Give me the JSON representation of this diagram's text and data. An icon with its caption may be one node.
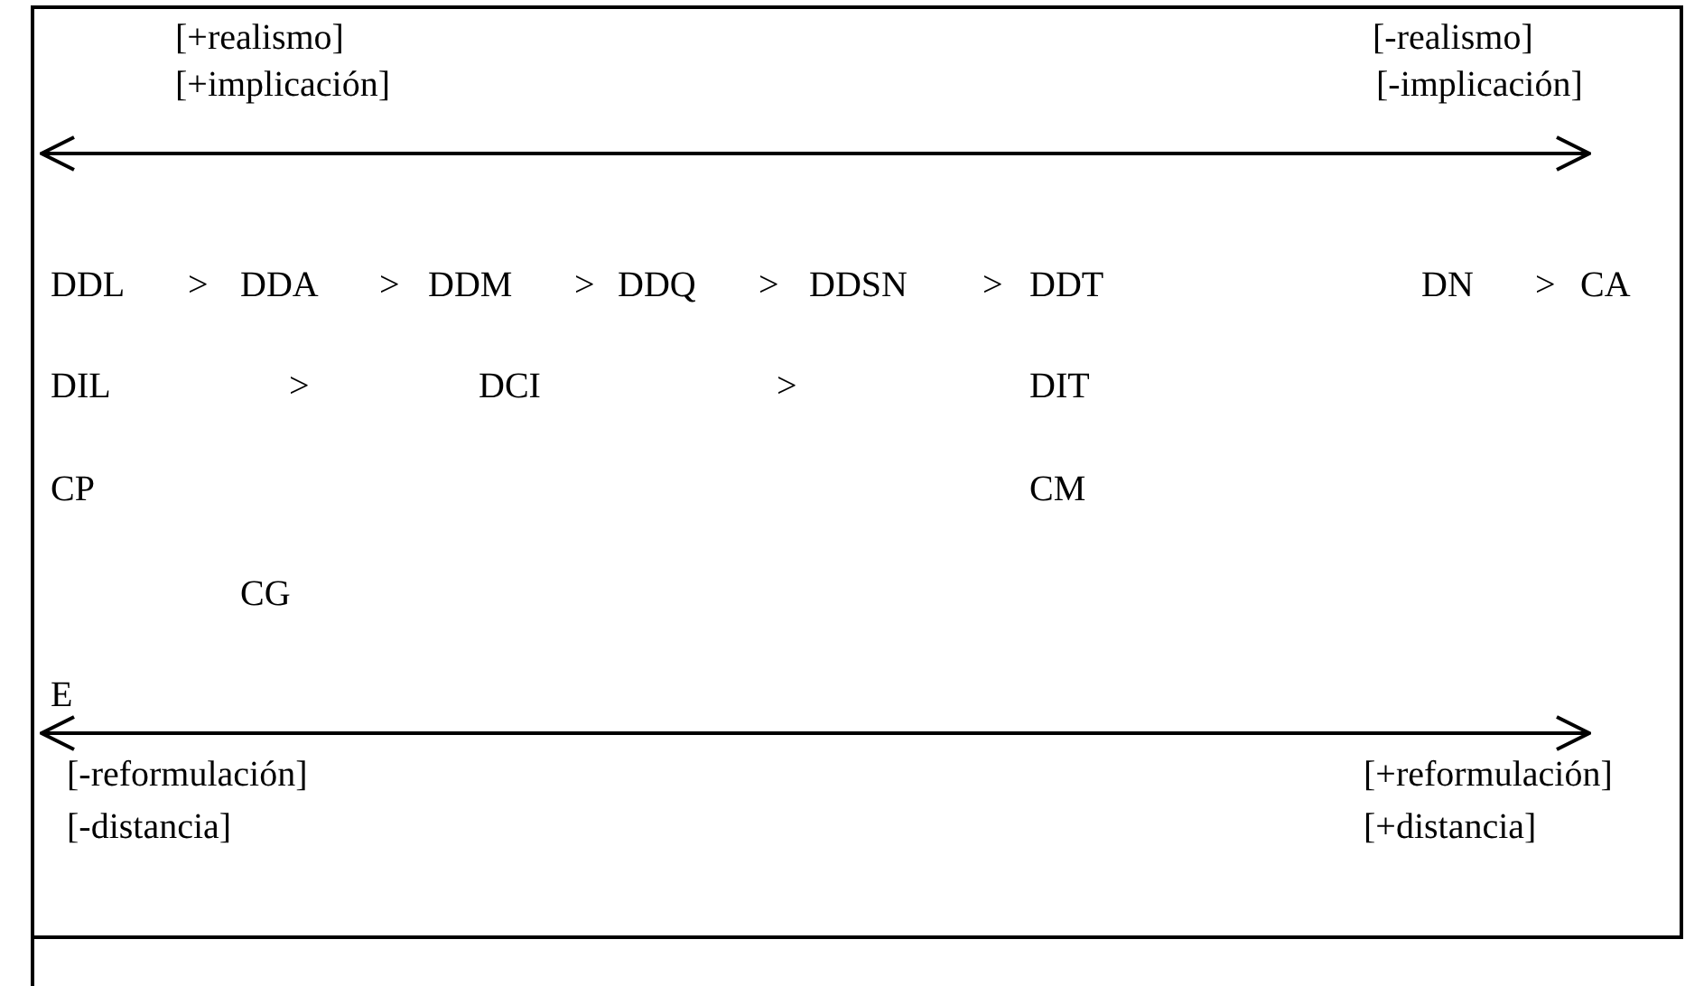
{
  "diagram": {
    "labels": [
      "[+realismo]",
      "[-realismo]",
      "[+implicación]",
      "[-implicación]",
      "DDL",
      ">",
      "DDA",
      ">",
      "DDM",
      ">",
      "DDQ",
      ">",
      "DDSN",
      ">",
      "DDT",
      "DN",
      ">",
      "CA",
      "DIL",
      ">",
      "DCI",
      ">",
      "DIT",
      "CP",
      "CM",
      "CG",
      "E",
      "[-reformulación]",
      "[+reformulación]",
      "[-distancia]",
      "[+distancia]"
    ]
  }
}
